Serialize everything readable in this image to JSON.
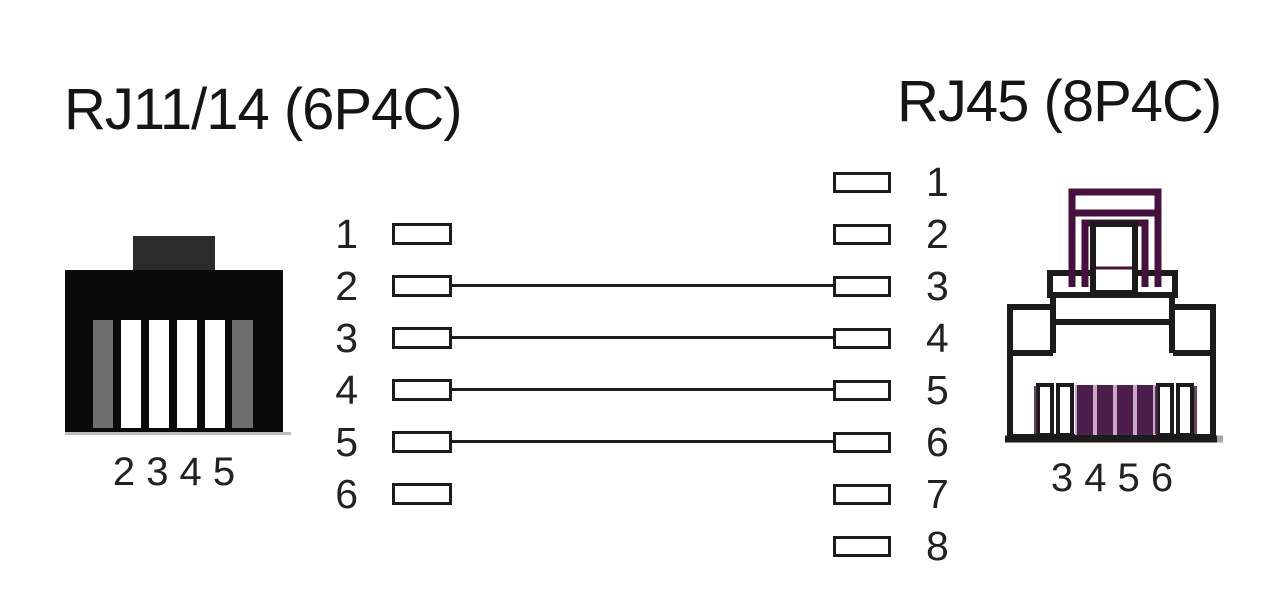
{
  "titles": {
    "left": "RJ11/14 (6P4C)",
    "right": "RJ45 (8P4C)"
  },
  "left_connector": {
    "pins_label": "2 3 4 5"
  },
  "right_connector": {
    "pins_label": "3 4 5 6"
  },
  "left_pins": {
    "numbers": [
      "1",
      "2",
      "3",
      "4",
      "5",
      "6"
    ]
  },
  "right_pins": {
    "numbers": [
      "1",
      "2",
      "3",
      "4",
      "5",
      "6",
      "7",
      "8"
    ]
  },
  "connections": [
    {
      "from_left_pin": "2",
      "to_right_pin": "3"
    },
    {
      "from_left_pin": "3",
      "to_right_pin": "4"
    },
    {
      "from_left_pin": "4",
      "to_right_pin": "5"
    },
    {
      "from_left_pin": "5",
      "to_right_pin": "6"
    }
  ],
  "colors": {
    "line": "#1b1b1b",
    "jack-black": "#0a0a0a",
    "jack-tab": "#2b2b2b",
    "slot-gray": "#6e6e6e",
    "purple-stroke": "#46103f",
    "purple-fill": "#4b1e4b",
    "purple-light": "#c8aac8",
    "shadow-gray": "#a5a5a5"
  }
}
